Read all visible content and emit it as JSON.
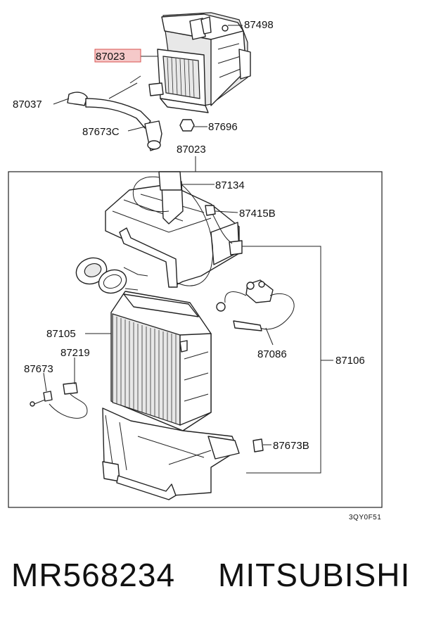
{
  "callouts": {
    "c87498": "87498",
    "c87023_top": "87023",
    "c87037": "87037",
    "c87696": "87696",
    "c87673C": "87673C",
    "c87023_box": "87023",
    "c87134": "87134",
    "c87415B": "87415B",
    "c87105": "87105",
    "c87219": "87219",
    "c87086": "87086",
    "c87106": "87106",
    "c87673": "87673",
    "c87673B": "87673B"
  },
  "diagram_code": "3QY0F51",
  "footer": {
    "part_number": "MR568234",
    "brand": "MITSUBISHI"
  },
  "colors": {
    "highlight_fill": "#f5c9c9",
    "highlight_stroke": "#d9534f",
    "line": "#222222"
  }
}
